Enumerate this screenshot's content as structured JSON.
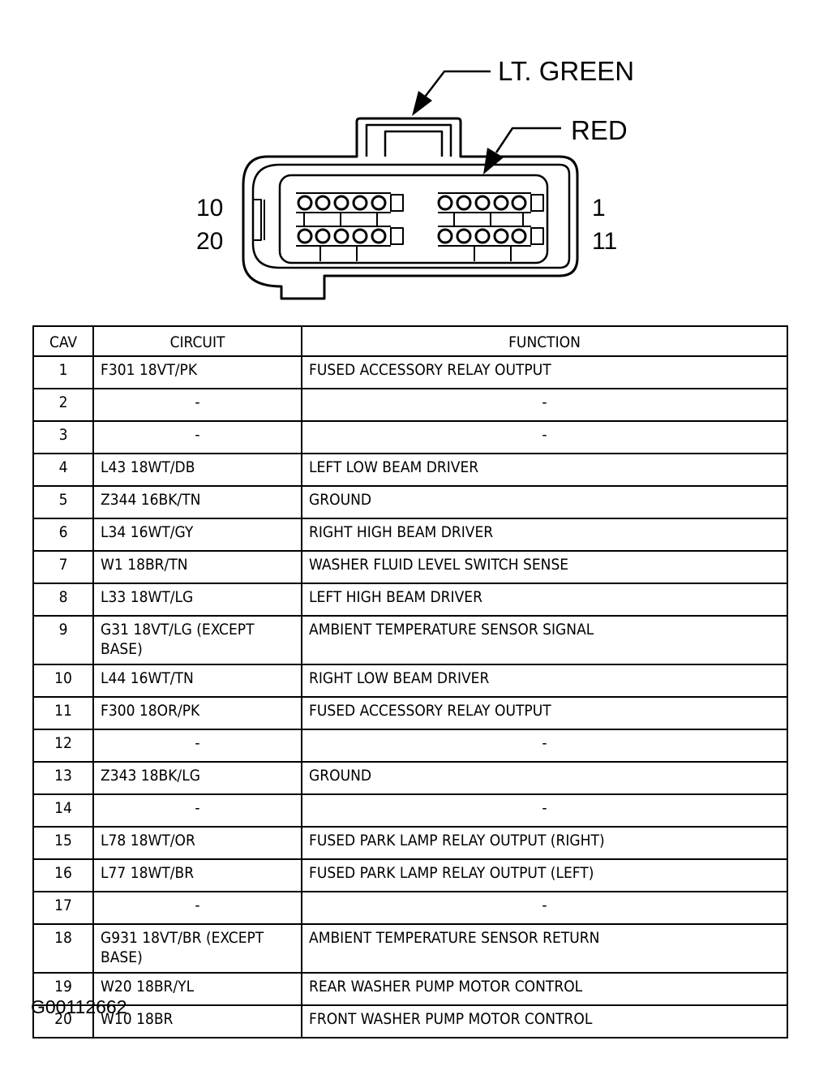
{
  "connector": {
    "callouts": {
      "top": "LT. GREEN",
      "right": "RED"
    },
    "pin_labels": {
      "top_left": "10",
      "bottom_left": "20",
      "top_right": "1",
      "bottom_right": "11"
    }
  },
  "table": {
    "headers": {
      "cav": "CAV",
      "circuit": "CIRCUIT",
      "function": "FUNCTION"
    },
    "rows": [
      {
        "cav": "1",
        "circuit": "F301 18VT/PK",
        "function": "FUSED ACCESSORY RELAY OUTPUT"
      },
      {
        "cav": "2",
        "circuit": "-",
        "function": "-"
      },
      {
        "cav": "3",
        "circuit": "-",
        "function": "-"
      },
      {
        "cav": "4",
        "circuit": "L43 18WT/DB",
        "function": "LEFT LOW BEAM DRIVER"
      },
      {
        "cav": "5",
        "circuit": "Z344 16BK/TN",
        "function": "GROUND"
      },
      {
        "cav": "6",
        "circuit": "L34 16WT/GY",
        "function": "RIGHT HIGH BEAM DRIVER"
      },
      {
        "cav": "7",
        "circuit": "W1 18BR/TN",
        "function": "WASHER FLUID LEVEL SWITCH SENSE"
      },
      {
        "cav": "8",
        "circuit": "L33 18WT/LG",
        "function": "LEFT HIGH BEAM DRIVER"
      },
      {
        "cav": "9",
        "circuit": "G31 18VT/LG (EXCEPT BASE)",
        "function": "AMBIENT TEMPERATURE SENSOR SIGNAL"
      },
      {
        "cav": "10",
        "circuit": "L44 16WT/TN",
        "function": "RIGHT LOW BEAM DRIVER"
      },
      {
        "cav": "11",
        "circuit": "F300 18OR/PK",
        "function": "FUSED ACCESSORY RELAY OUTPUT"
      },
      {
        "cav": "12",
        "circuit": "-",
        "function": "-"
      },
      {
        "cav": "13",
        "circuit": "Z343 18BK/LG",
        "function": "GROUND"
      },
      {
        "cav": "14",
        "circuit": "-",
        "function": "-"
      },
      {
        "cav": "15",
        "circuit": "L78 18WT/OR",
        "function": "FUSED PARK LAMP RELAY OUTPUT (RIGHT)"
      },
      {
        "cav": "16",
        "circuit": "L77 18WT/BR",
        "function": "FUSED PARK LAMP RELAY OUTPUT (LEFT)"
      },
      {
        "cav": "17",
        "circuit": "-",
        "function": "-"
      },
      {
        "cav": "18",
        "circuit": "G931 18VT/BR (EXCEPT BASE)",
        "function": "AMBIENT TEMPERATURE SENSOR RETURN"
      },
      {
        "cav": "19",
        "circuit": "W20 18BR/YL",
        "function": "REAR WASHER PUMP MOTOR CONTROL"
      },
      {
        "cav": "20",
        "circuit": "W10 18BR",
        "function": "FRONT WASHER PUMP MOTOR CONTROL"
      }
    ]
  },
  "figure_id": "G00112662"
}
